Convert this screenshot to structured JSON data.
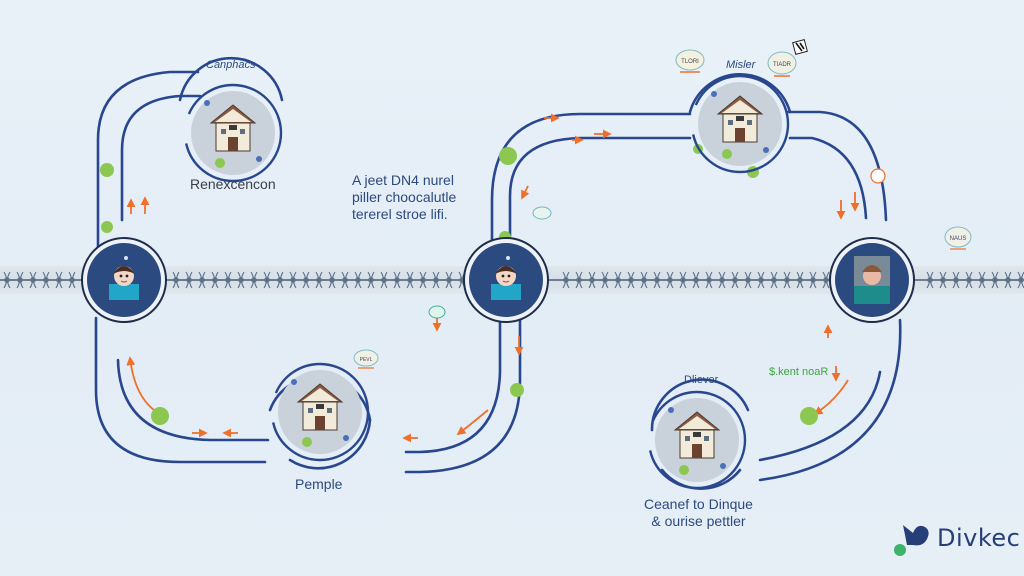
{
  "diagram": {
    "title_note": [
      "A jeet DN4 nurel",
      "piller choocalutle",
      "tererel stroe lifi."
    ],
    "brand": {
      "name": "Divkec",
      "icon": "bird-logo-icon",
      "accent": "#263f78",
      "dot_color": "#3db36b"
    },
    "colors": {
      "line": "#29478e",
      "node_fill": "#2a4a80",
      "arrow": "#f0702a",
      "leaf": "#8cc751",
      "halo": "#c9d2db"
    },
    "avatar_nodes": [
      {
        "id": "person-left",
        "icon": "person-avatar-icon"
      },
      {
        "id": "person-center",
        "icon": "person-avatar-icon"
      },
      {
        "id": "person-right",
        "icon": "portrait-photo-icon"
      }
    ],
    "house_nodes": [
      {
        "id": "house-top-left",
        "label": "Canphacs",
        "caption": "Renexcencon",
        "icon": "house-icon"
      },
      {
        "id": "house-top-right",
        "label": "Misler",
        "caption": "",
        "icon": "house-icon"
      },
      {
        "id": "house-bottom-left",
        "label": "",
        "caption": "Pemple",
        "icon": "house-icon"
      },
      {
        "id": "house-bottom-right",
        "label": "Dliever",
        "caption": "Ceanef to Dinque\n& ourise pettler",
        "icon": "house-icon"
      }
    ],
    "annotations": {
      "green_tag": "$.kent noaR"
    },
    "badges": [
      "TLORI",
      "TIADR",
      "NAUS",
      "PEVL"
    ]
  }
}
